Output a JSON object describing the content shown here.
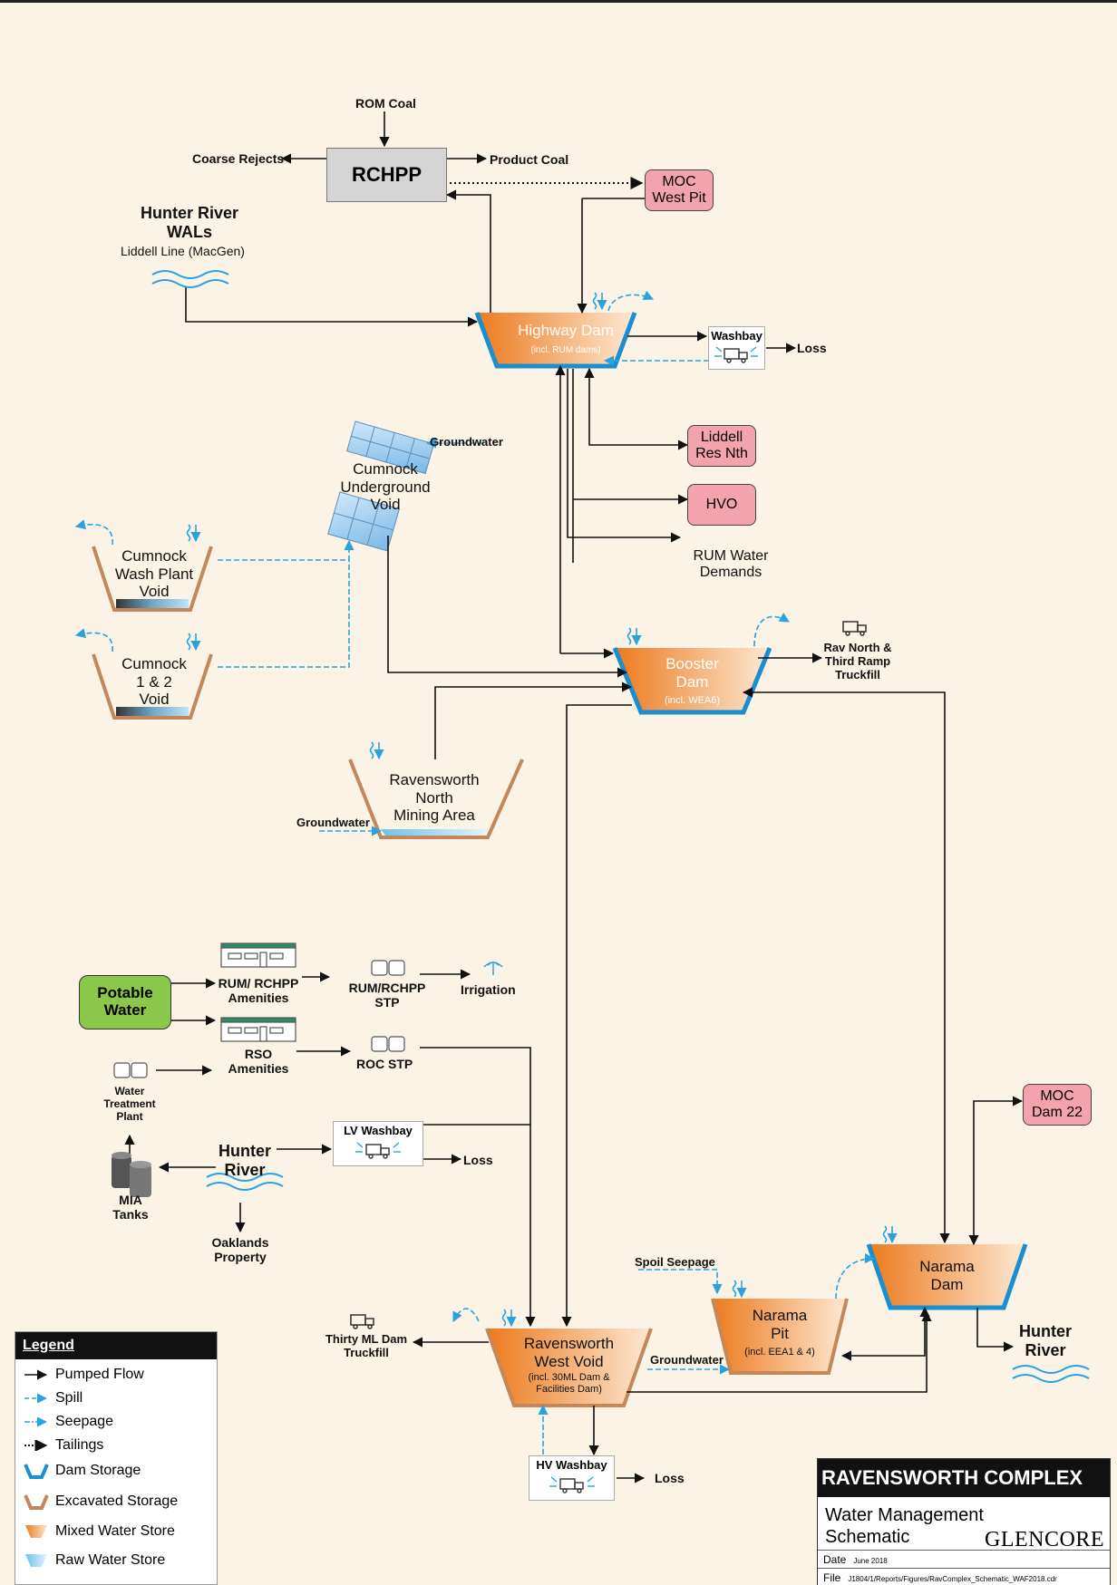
{
  "labels": {
    "rom_coal": "ROM Coal",
    "coarse_rejects": "Coarse Rejects",
    "rchpp": "RCHPP",
    "product_coal": "Product Coal",
    "moc_west_pit": "MOC\nWest Pit",
    "hunter_river_wals": "Hunter River\nWALs",
    "liddell_line": "Liddell Line (MacGen)",
    "highway_dam": "Highway Dam",
    "highway_dam_sub": "(incl. RUM dams)",
    "washbay": "Washbay",
    "loss": "Loss",
    "liddell_res_nth": "Liddell\nRes Nth",
    "hvo": "HVO",
    "rum_water_demands": "RUM Water\nDemands",
    "groundwater": "Groundwater",
    "cumnock_underground_void": "Cumnock\nUnderground\nVoid",
    "cumnock_wash_plant_void": "Cumnock\nWash Plant\nVoid",
    "cumnock_1_2_void": "Cumnock\n1 & 2\nVoid",
    "booster_dam": "Booster\nDam",
    "booster_dam_sub": "(incl. WEA6)",
    "rav_north_truckfill": "Rav North &\nThird Ramp\nTruckfill",
    "ravensworth_north": "Ravensworth\nNorth\nMining Area",
    "potable_water": "Potable\nWater",
    "rum_rchpp_amenities": "RUM/ RCHPP\nAmenities",
    "rum_rchpp_stp": "RUM/RCHPP\nSTP",
    "irrigation": "Irrigation",
    "rso_amenities": "RSO\nAmenities",
    "roc_stp": "ROC STP",
    "water_treatment_plant": "Water\nTreatment\nPlant",
    "lv_washbay": "LV Washbay",
    "hunter_river": "Hunter\nRiver",
    "mia_tanks": "MIA\nTanks",
    "oaklands_property": "Oaklands\nProperty",
    "moc_dam_22": "MOC\nDam 22",
    "spoil_seepage": "Spoil Seepage",
    "narama_dam": "Narama\nDam",
    "narama_pit": "Narama\nPit",
    "narama_pit_sub": "(incl. EEA1 & 4)",
    "thirty_ml_truckfill": "Thirty ML Dam\nTruckfill",
    "ravensworth_west_void": "Ravensworth\nWest Void",
    "ravensworth_west_void_sub": "(incl. 30ML Dam &\nFacilities Dam)",
    "hv_washbay": "HV Washbay"
  },
  "legend": {
    "title": "Legend",
    "items": [
      "Pumped Flow",
      "Spill",
      "Seepage",
      "Tailings",
      "Dam Storage",
      "Excavated Storage",
      "Mixed Water Store",
      "Raw Water Store"
    ]
  },
  "title_block": {
    "company": "RAVENSWORTH COMPLEX",
    "subtitle": "Water Management\nSchematic",
    "logo": "GLENCORE",
    "date_label": "Date",
    "date_value": "June 2018",
    "file_label": "File",
    "file_value": "J1804/1/Reports/Figures/RavComplex_Schematic_WAF2018.cdr"
  },
  "colors": {
    "background": "#fbf3e5",
    "dam_blue": "#1a8fd0",
    "excavated_brown": "#c4875a",
    "mixed_orange": "#f08a2c",
    "raw_blue": "#a8d8f2",
    "pink_box": "#f3a3ad",
    "potable_green": "#8bc74a",
    "rchpp_grey": "#d4d4d4"
  }
}
